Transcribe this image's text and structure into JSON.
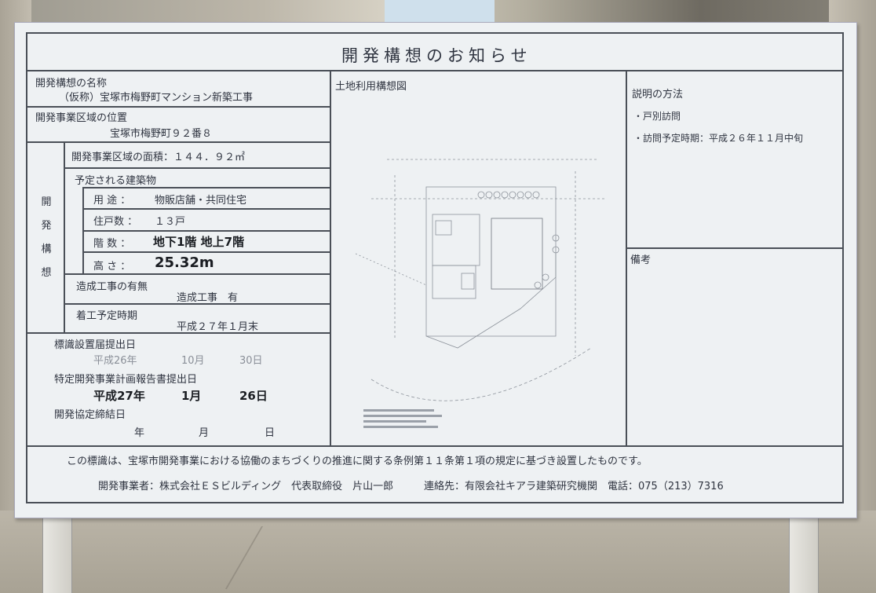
{
  "title": "開発構想のお知らせ",
  "project_name": {
    "label": "開発構想の名称",
    "value": "（仮称）宝塚市梅野町マンション新築工事"
  },
  "location": {
    "label": "開発事業区域の位置",
    "value": "宝塚市梅野町９２番８"
  },
  "development_vertical_label": [
    "開",
    "発",
    "構",
    "想"
  ],
  "area": "開発事業区域の面積：１４４．９２㎡",
  "planned_building": {
    "label": "予定される建築物",
    "use_label": "用 途 ：",
    "use_value": "物販店舗・共同住宅",
    "units_label": "住戸数 ：",
    "units_value": "１３戸",
    "floors_label": "階 数 ：",
    "floors_value": "地下1階 地上7階",
    "height_label": "高 さ ：",
    "height_value": "25.32m"
  },
  "grading": {
    "label": "造成工事の有無",
    "value": "造成工事　有"
  },
  "start": {
    "label": "着工予定時期",
    "value": "平成２７年１月末"
  },
  "sign_notice": {
    "label": "標識設置届提出日",
    "year": "平成26年",
    "month": "10月",
    "day": "30日"
  },
  "report": {
    "label": "特定開発事業計画報告書提出日",
    "year": "平成27年",
    "month": "1月",
    "day": "26日"
  },
  "agreement": {
    "label": "開発協定締結日",
    "year": "年",
    "month": "月",
    "day": "日"
  },
  "land_use_plan_label": "土地利用構想図",
  "explanation": {
    "label": "説明の方法",
    "method": "・戸別訪問",
    "schedule": "・訪問予定時期：平成２６年１１月中旬"
  },
  "remarks_label": "備考",
  "ordinance_text": "この標識は、宝塚市開発事業における協働のまちづくりの推進に関する条例第１１条第１項の規定に基づき設置したものです。",
  "developer": "開発事業者：株式会社ＥＳビルディング　代表取締役　片山一郎",
  "contact": "連絡先：有限会社キアラ建築研究機関　電話：075（213）7316",
  "colors": {
    "line": "#4a4f57",
    "board": "#eef1f3",
    "text": "#2f3440"
  }
}
